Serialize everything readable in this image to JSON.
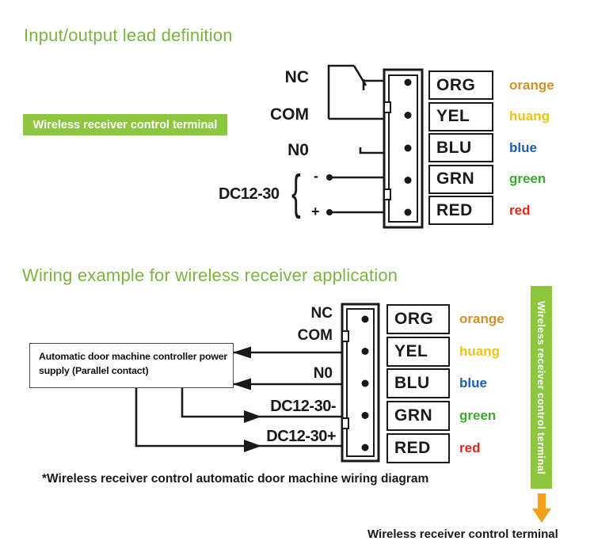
{
  "section1": {
    "title": "Input/output lead definition",
    "badge": "Wireless receiver control terminal",
    "labels": {
      "nc": "NC",
      "com": "COM",
      "no": "N0",
      "dc": "DC12-30",
      "brace": "{",
      "minus": "-",
      "plus": "+"
    },
    "wire_boxes": [
      "ORG",
      "YEL",
      "BLU",
      "GRN",
      "RED"
    ],
    "wire_colors": [
      {
        "name": "orange",
        "hex": "#d0912c"
      },
      {
        "name": "huang",
        "hex": "#f0c316"
      },
      {
        "name": "blue",
        "hex": "#1e5fae"
      },
      {
        "name": "green",
        "hex": "#39ad2b"
      },
      {
        "name": "red",
        "hex": "#e8241d"
      }
    ]
  },
  "section2": {
    "title": "Wiring example for wireless receiver application",
    "supply_box_text": "Automatic door machine controller power supply (Parallel contact)",
    "labels": {
      "nc": "NC",
      "com": "COM",
      "no": "N0",
      "dc_minus": "DC12-30-",
      "dc_plus": "DC12-30+"
    },
    "wire_boxes": [
      "ORG",
      "YEL",
      "BLU",
      "GRN",
      "RED"
    ],
    "wire_colors": [
      {
        "name": "orange",
        "hex": "#d0912c"
      },
      {
        "name": "huang",
        "hex": "#f0c316"
      },
      {
        "name": "blue",
        "hex": "#1e5fae"
      },
      {
        "name": "green",
        "hex": "#39ad2b"
      },
      {
        "name": "red",
        "hex": "#e8241d"
      }
    ],
    "caption": "*Wireless receiver control automatic door machine wiring diagram"
  },
  "sidebar": {
    "bar_label": "Wireless receiver control terminal",
    "bar_color": "#8dc63f",
    "arrow_color": "#f2a016",
    "footer_label": "Wireless receiver control terminal"
  },
  "theme": {
    "title_green": "#7cb342",
    "badge_green": "#8dc63f",
    "line_color": "#1a1a1a"
  }
}
